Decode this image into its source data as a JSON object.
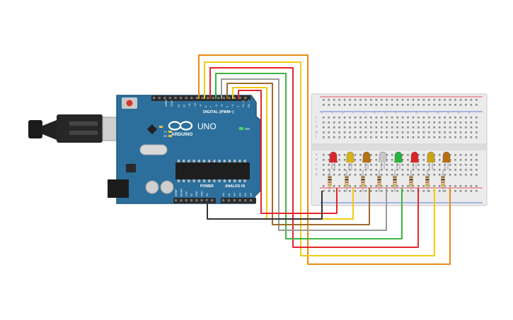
{
  "arduino": {
    "brand": "ARDUINO",
    "model": "UNO",
    "digital_header": "DIGITAL (PWM~)",
    "power_header": "POWER",
    "analog_header": "ANALOG IN",
    "on_label": "ON",
    "tx_label": "TX",
    "rx_label": "RX",
    "l_label": "L",
    "aref": "AREF",
    "gnd": "GND",
    "pins_digital": [
      "13",
      "12",
      "~11",
      "~10",
      "~9",
      "8",
      "7",
      "~6",
      "~5",
      "4",
      "~3",
      "2",
      "TX→1",
      "RX←0"
    ],
    "pins_power": [
      "IOREF",
      "RESET",
      "3.3V",
      "5V",
      "GND",
      "GND",
      "Vin"
    ],
    "pins_analog": [
      "A0",
      "A1",
      "A2",
      "A3",
      "A4",
      "A5"
    ]
  },
  "breadboard": {
    "row_letters_top": [
      "j",
      "i",
      "h",
      "g",
      "f"
    ],
    "row_letters_bottom": [
      "e",
      "d",
      "c",
      "b",
      "a"
    ],
    "columns": [
      "1",
      "2",
      "3",
      "4",
      "5",
      "6",
      "7",
      "8",
      "9",
      "10",
      "11",
      "12",
      "13",
      "14",
      "15",
      "16",
      "17",
      "18",
      "19",
      "20",
      "21",
      "22",
      "23",
      "24",
      "25",
      "26",
      "27",
      "28",
      "29",
      "30"
    ]
  },
  "leds": [
    {
      "color_name": "red",
      "hex": "#d9262b"
    },
    {
      "color_name": "yellow",
      "hex": "#d7b21b"
    },
    {
      "color_name": "orange",
      "hex": "#b76f12"
    },
    {
      "color_name": "white",
      "hex": "#c8c8c8"
    },
    {
      "color_name": "green",
      "hex": "#27b33b"
    },
    {
      "color_name": "red",
      "hex": "#d9262b"
    },
    {
      "color_name": "yellow",
      "hex": "#c9a516"
    },
    {
      "color_name": "orange",
      "hex": "#b76f12"
    }
  ],
  "wires": [
    {
      "name": "gnd",
      "hex": "#333333"
    },
    {
      "name": "orange",
      "hex": "#e88a12"
    },
    {
      "name": "yellow",
      "hex": "#f2cc10"
    },
    {
      "name": "red",
      "hex": "#e2262b"
    },
    {
      "name": "green",
      "hex": "#3cb541"
    },
    {
      "name": "gray",
      "hex": "#9a9a9a"
    },
    {
      "name": "brown",
      "hex": "#a06a2a"
    },
    {
      "name": "yellow2",
      "hex": "#f2cc10"
    },
    {
      "name": "red2",
      "hex": "#e2262b"
    }
  ],
  "colors": {
    "board": "#2c6f9c",
    "board_dark": "#1f587f",
    "breadboard": "#ebebeb",
    "header": "#2b2b2b"
  }
}
